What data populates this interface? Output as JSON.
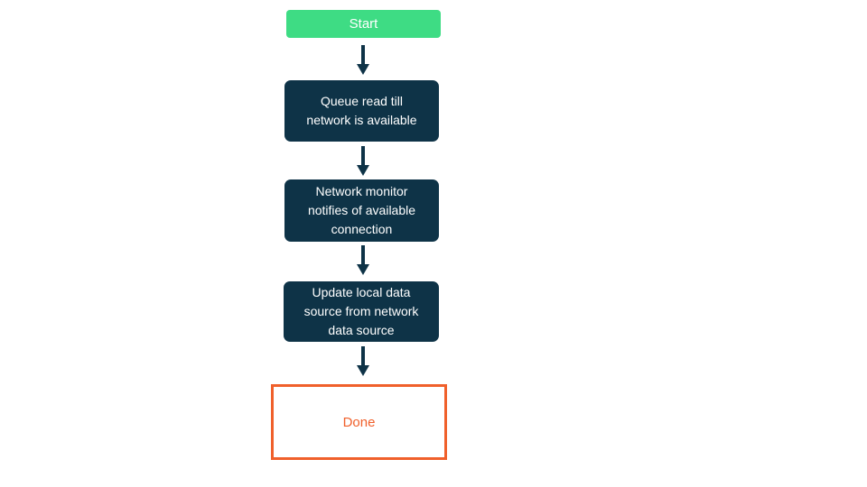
{
  "colors": {
    "bg": "#ffffff",
    "start-fill": "#3EDC84",
    "process-fill": "#0E3347",
    "node-text": "#ffffff",
    "done-border": "#F0602B",
    "done-text": "#F0602B",
    "arrow": "#0E3347"
  },
  "diagram": {
    "type": "flowchart",
    "direction": "top-down",
    "nodes": [
      {
        "id": "start",
        "kind": "start",
        "label": "Start"
      },
      {
        "id": "queue-read",
        "kind": "process",
        "label": "Queue read till\nnetwork is available"
      },
      {
        "id": "network-monitor",
        "kind": "process",
        "label": "Network monitor\nnotifies of available\nconnection"
      },
      {
        "id": "update-local",
        "kind": "process",
        "label": "Update local data\nsource from network\ndata source"
      },
      {
        "id": "done",
        "kind": "terminal",
        "label": "Done"
      }
    ],
    "edges": [
      {
        "from": "start",
        "to": "queue-read"
      },
      {
        "from": "queue-read",
        "to": "network-monitor"
      },
      {
        "from": "network-monitor",
        "to": "update-local"
      },
      {
        "from": "update-local",
        "to": "done"
      }
    ]
  }
}
